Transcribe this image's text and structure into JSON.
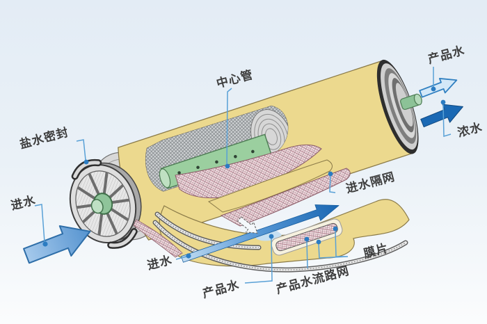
{
  "diagram": {
    "subject": "spiral-wound reverse osmosis membrane element cutaway",
    "labels": {
      "brine_seal": "盐水密封",
      "feed_left": "进水",
      "center_tube": "中心管",
      "product_water_top": "产品水",
      "concentrate": "浓水",
      "feed_spacer": "进水隔网",
      "feed_bottom": "进水",
      "product_water_bottom": "产品水",
      "product_flow_mesh": "产品水流路网",
      "membrane_sheet": "膜片"
    },
    "colors": {
      "background_top": "#e3ecf5",
      "background_bottom": "#fbfcfd",
      "shell_yellow": "#ecd98e",
      "center_tube_green": "#9bcf9f",
      "mesh_pink": "#f2dee2",
      "mesh_pink_line": "#b97f90",
      "feed_arrow_blue": "#85b9e6",
      "concentrate_arrow_blue": "#1a69b4",
      "product_arrow_light": "#d3e8f8",
      "leader_line_blue": "#58a0d6",
      "leader_dot_blue": "#2b7cc2",
      "label_text": "#3e3e3e",
      "end_cap_gray": "#cfcfcf"
    }
  }
}
